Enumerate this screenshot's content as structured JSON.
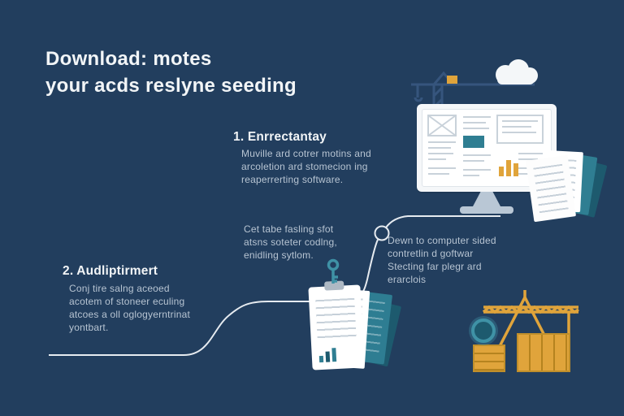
{
  "title": {
    "line1": "Download: motes",
    "line2": "your acds reslyne seeding"
  },
  "steps": {
    "step1": {
      "heading": "1. Enrrectantay",
      "body": [
        "Muville ard cotrer motins and",
        "arcoletion ard stomecion ing",
        "reaperrerting software."
      ]
    },
    "step2": {
      "heading": "2. Audliptirmert",
      "body": [
        "Conj tire salng aceoed",
        "acotem of stoneer eculing",
        "atcoes a oll oglogyerntrinat",
        "yontbart."
      ]
    }
  },
  "notes": {
    "middle": [
      "Cet tabe fasling sfot",
      "atsns soteter codlng,",
      "enidling sytlom."
    ],
    "right": [
      "Dewn to computer sided",
      "contretlin d goftwar",
      "Stecting far plegr ard",
      "erarclois"
    ]
  },
  "icons": [
    "monitor-icon",
    "crane-outline-icon",
    "cloud-icon",
    "documents-icon",
    "clipboard-icon",
    "key-icon",
    "gear-icon",
    "crate-icon",
    "flow-line",
    "flow-node"
  ],
  "colors": {
    "background": "#223e5e",
    "heading_text": "#f2f5f7",
    "body_text": "#b7c4d2",
    "teal": "#2f7e92",
    "teal_dark": "#1d5a6e",
    "yellow": "#e0a43b",
    "flow_line": "#e6ebf0",
    "illustration_blue": "#36557d",
    "monitor_gray": "#b9c7d5"
  }
}
